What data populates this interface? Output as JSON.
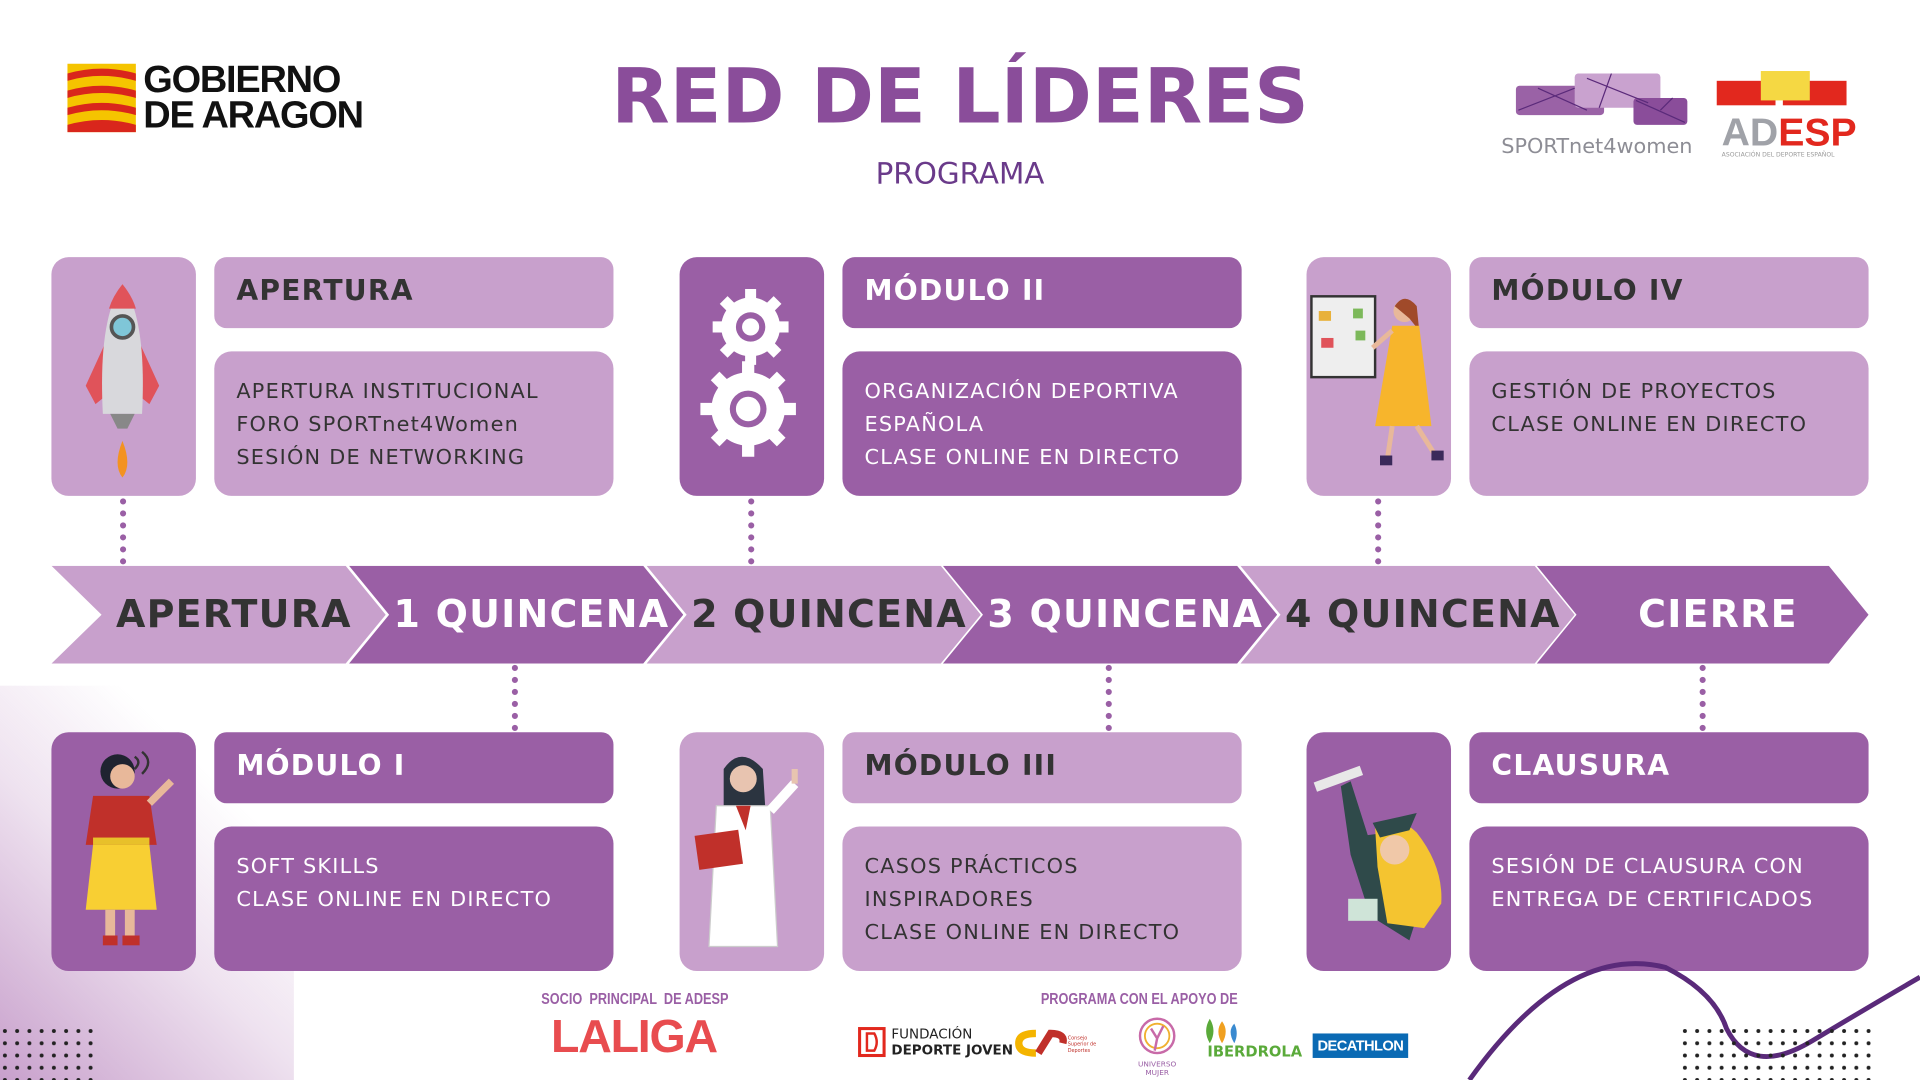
{
  "header": {
    "title": "RED DE LÍDERES",
    "subtitle": "PROGRAMA"
  },
  "logos": {
    "gobierno_line1": "GOBIERNO",
    "gobierno_line2": "DE ARAGON",
    "sportnet": "SPORTnet4women",
    "adesp_a": "AD",
    "adesp_b": "ESP",
    "adesp_sub": "ASOCIACIÓN DEL DEPORTE ESPAÑOL"
  },
  "timeline": [
    "APERTURA",
    "1 QUINCENA",
    "2 QUINCENA",
    "3 QUINCENA",
    "4 QUINCENA",
    "CIERRE"
  ],
  "cards_top": [
    {
      "title": "APERTURA",
      "lines": [
        "APERTURA INSTITUCIONAL",
        "FORO SPORTnet4Women",
        "SESIÓN DE NETWORKING"
      ],
      "icon": "rocket-icon"
    },
    {
      "title": "MÓDULO II",
      "lines": [
        "ORGANIZACIÓN DEPORTIVA",
        "ESPAÑOLA",
        "CLASE ONLINE EN DIRECTO"
      ],
      "icon": "gears-icon"
    },
    {
      "title": "MÓDULO IV",
      "lines": [
        "GESTIÓN DE PROYECTOS",
        "CLASE ONLINE EN DIRECTO"
      ],
      "icon": "woman-board-icon"
    }
  ],
  "cards_bottom": [
    {
      "title": "MÓDULO I",
      "lines": [
        "SOFT SKILLS",
        "CLASE ONLINE EN DIRECTO"
      ],
      "icon": "woman-speaking-icon"
    },
    {
      "title": "MÓDULO III",
      "lines": [
        "CASOS PRÁCTICOS",
        "INSPIRADORES",
        "CLASE ONLINE EN DIRECTO"
      ],
      "icon": "teacher-icon"
    },
    {
      "title": "CLAUSURA",
      "lines": [
        "SESIÓN DE CLAUSURA CON",
        "ENTREGA DE CERTIFICADOS"
      ],
      "icon": "graduate-icon"
    }
  ],
  "footer": {
    "sponsor_label": "SOCIO  PRINCIPAL  DE ADESP",
    "sponsor": "LALIGA",
    "support_label": "PROGRAMA CON EL APOYO DE",
    "supporters": [
      "FUNDACIÓN",
      "DEPORTE JOVEN",
      "Consejo Superior de Deportes",
      "UNIVERSO MUJER",
      "IBERDROLA",
      "DECATHLON"
    ]
  },
  "colors": {
    "dark": "#9a5fa5",
    "light": "#c8a0cc",
    "title": "#8a4d9a"
  }
}
